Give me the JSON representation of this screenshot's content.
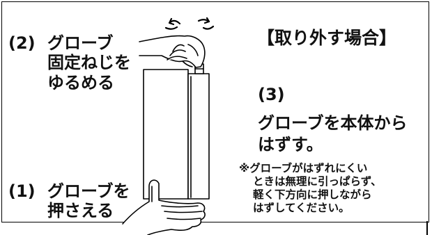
{
  "heading": "【取り外す場合】",
  "step2": {
    "number": "(2)",
    "line1": "グローブ",
    "line2": "固定ねじを",
    "line3": "ゆるめる"
  },
  "step1": {
    "number": "(1)",
    "line1": "グローブを",
    "line2": "押さえる"
  },
  "step3": {
    "number": "(3)",
    "line1": "グローブを本体から",
    "line2": "はずす。"
  },
  "note": {
    "line1": "※グローブがはずれにくい",
    "line2": "ときは無理に引っぱらず、",
    "line3": "軽く下方向に押しながら",
    "line4": "はずしてください。"
  },
  "rotation_symbols": {
    "left": "rotate-counterclockwise-arrow-icon",
    "right": "rotate-clockwise-arrow-icon"
  },
  "colors": {
    "line": "#000000",
    "background": "#ffffff"
  }
}
